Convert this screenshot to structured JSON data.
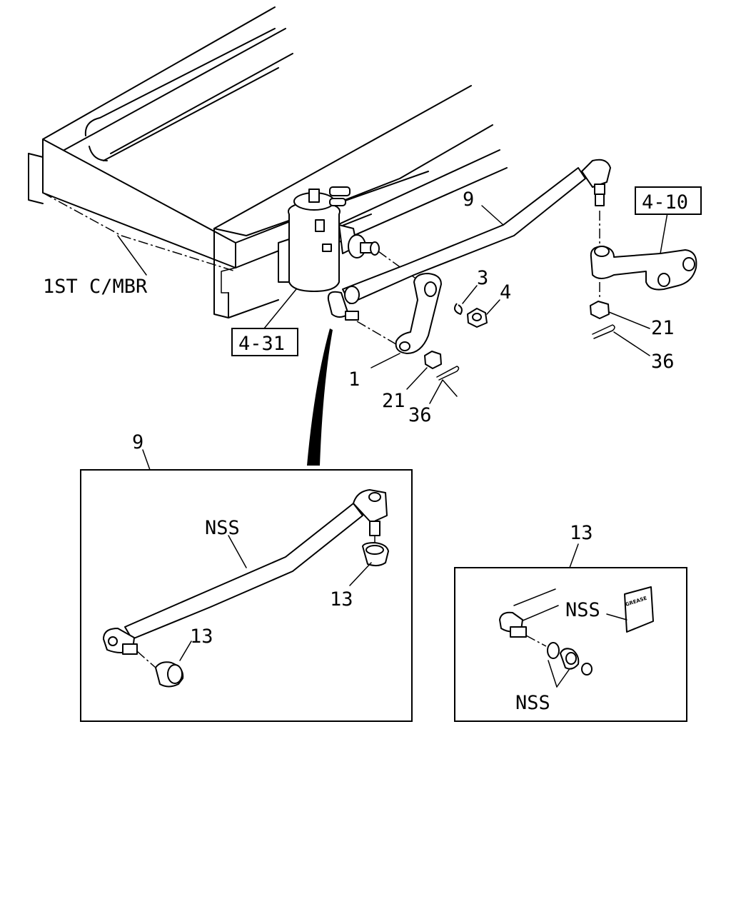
{
  "labels": {
    "crossmember": "1ST C/MBR",
    "ref_gear": "4-31",
    "ref_arm": "4-10",
    "drag_link": "9",
    "pitman_arm": "1",
    "washer": "3",
    "nut": "4",
    "castle_nut_left": "21",
    "cotter_pin_left": "36",
    "castle_nut_right": "21",
    "cotter_pin_right": "36",
    "detail_left_part": "9",
    "detail_left_nss": "NSS",
    "detail_left_boot_a": "13",
    "detail_left_boot_b": "13",
    "detail_right_part": "13",
    "detail_right_nss_a": "NSS",
    "detail_right_nss_b": "NSS",
    "grease_text": "GREASE"
  }
}
